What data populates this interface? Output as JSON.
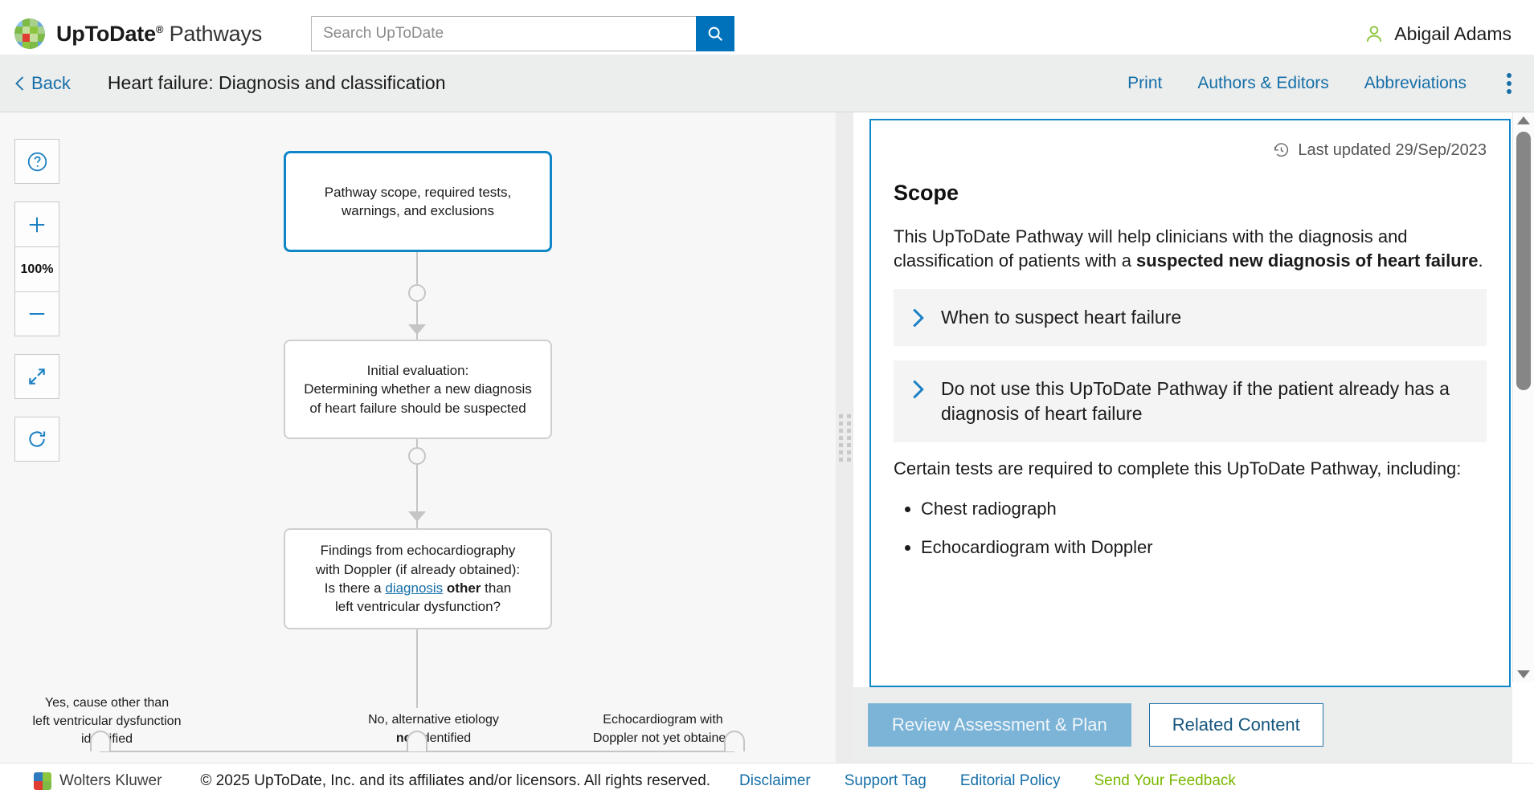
{
  "header": {
    "brand_name": "UpToDate",
    "brand_reg": "®",
    "brand_suffix": "Pathways",
    "search": {
      "placeholder": "Search UpToDate",
      "value": "",
      "button_icon": "search-icon"
    },
    "user": {
      "name": "Abigail Adams",
      "icon": "user-icon"
    }
  },
  "subheader": {
    "back_label": "Back",
    "title": "Heart failure: Diagnosis and classification",
    "actions": [
      {
        "label": "Print"
      },
      {
        "label": "Authors & Editors"
      },
      {
        "label": "Abbreviations"
      }
    ],
    "menu_icon": "kebab-menu-icon"
  },
  "toolbar": {
    "help_label": "?",
    "zoom_in_label": "+",
    "zoom_level": "100%",
    "zoom_out_label": "−",
    "fullscreen_icon": "expand-arrows-icon",
    "reset_icon": "refresh-icon"
  },
  "flowchart": {
    "nodes": [
      {
        "id": "scope",
        "active": true,
        "lines": [
          "Pathway scope, required tests,",
          "warnings, and exclusions"
        ]
      },
      {
        "id": "initial-evaluation",
        "active": false,
        "lines": [
          "Initial evaluation:",
          "Determining whether a new diagnosis",
          "of heart failure should be suspected"
        ]
      },
      {
        "id": "echo-findings",
        "active": false,
        "lines": [
          "Findings from echocardiography",
          "with Doppler (if already obtained):",
          "Is there a |diagnosis| *other* than",
          "left ventricular dysfunction?"
        ],
        "link_text": "diagnosis",
        "bold_text": "other"
      }
    ],
    "branches": [
      {
        "id": "branch-yes",
        "lines": [
          "Yes, cause other than",
          "left ventricular dysfunction",
          "identified"
        ]
      },
      {
        "id": "branch-no",
        "lines": [
          "No, alternative etiology",
          "not identified"
        ],
        "bold_word": "not"
      },
      {
        "id": "branch-no-echo",
        "lines": [
          "Echocardiogram with",
          "Doppler not yet obtained"
        ]
      }
    ]
  },
  "document": {
    "last_updated": "Last updated 29/Sep/2023",
    "clock_icon": "history-clock-icon",
    "heading": "Scope",
    "intro_prefix": "This UpToDate Pathway will help clinicians with the diagnosis and classification of patients with a ",
    "intro_bold": "suspected new diagnosis of heart failure",
    "intro_suffix": ".",
    "accordions": [
      {
        "label": "When to suspect heart failure",
        "icon": "chevron-right-icon"
      },
      {
        "label": "Do not use this UpToDate Pathway if the patient already has a diagnosis of heart failure",
        "icon": "chevron-right-icon"
      }
    ],
    "tests_intro": "Certain tests are required to complete this UpToDate Pathway, including:",
    "tests": [
      "Chest radiograph",
      "Echocardiogram with Doppler"
    ]
  },
  "actions": {
    "primary_label": "Review Assessment & Plan",
    "secondary_label": "Related Content"
  },
  "footer": {
    "company": "Wolters Kluwer",
    "copyright": "© 2025 UpToDate, Inc. and its affiliates and/or licensors. All rights reserved.",
    "links": [
      {
        "label": "Disclaimer",
        "style": "blue"
      },
      {
        "label": "Support Tag",
        "style": "blue"
      },
      {
        "label": "Editorial Policy",
        "style": "blue"
      },
      {
        "label": "Send Your Feedback",
        "style": "green"
      }
    ]
  },
  "colors": {
    "brand_blue": "#0072bb",
    "link_blue": "#156fa8",
    "accent_border": "#0e86c8",
    "feedback_green": "#7ab800",
    "disabled_btn": "#7cb4d8"
  }
}
